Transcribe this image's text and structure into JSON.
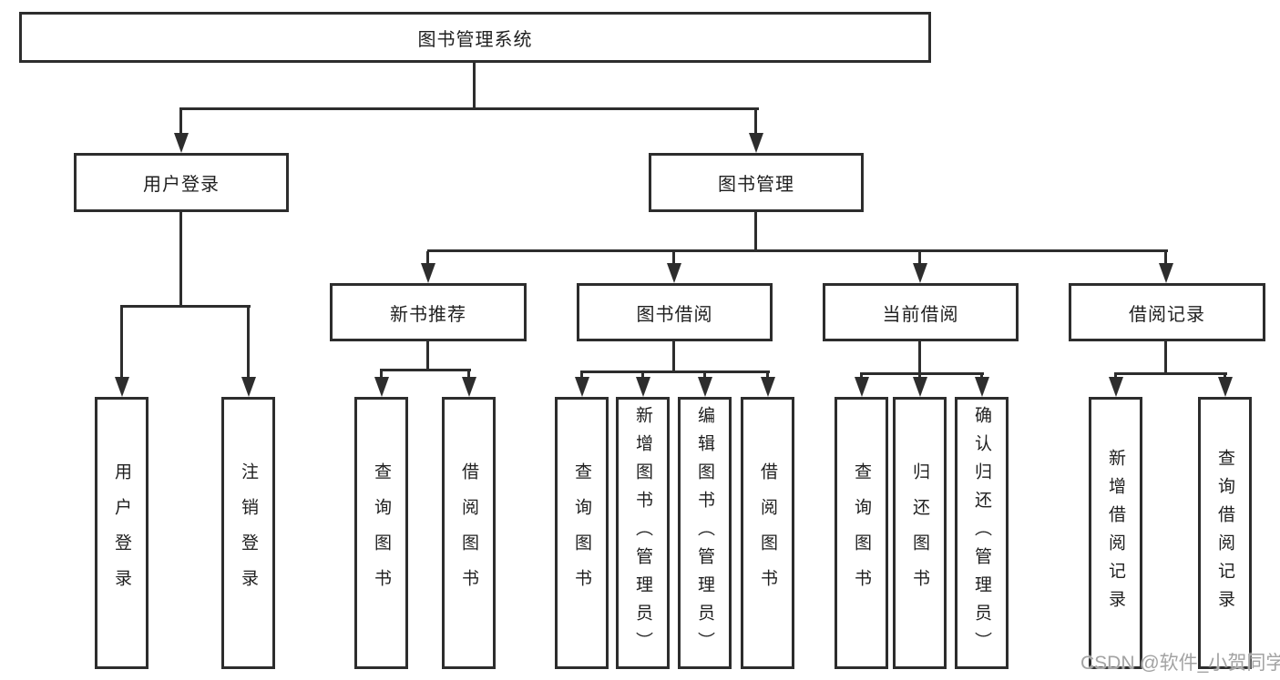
{
  "diagram": {
    "root": "图书管理系统",
    "children": [
      {
        "label": "用户登录",
        "children": [
          {
            "label": "用户登录"
          },
          {
            "label": "注销登录"
          }
        ]
      },
      {
        "label": "图书管理",
        "children": [
          {
            "label": "新书推荐",
            "children": [
              {
                "label": "查询图书"
              },
              {
                "label": "借阅图书"
              }
            ]
          },
          {
            "label": "图书借阅",
            "children": [
              {
                "label": "查询图书"
              },
              {
                "label": "新增图书（管理员）"
              },
              {
                "label": "编辑图书（管理员）"
              },
              {
                "label": "借阅图书"
              }
            ]
          },
          {
            "label": "当前借阅",
            "children": [
              {
                "label": "查询图书"
              },
              {
                "label": "归还图书"
              },
              {
                "label": "确认归还（管理员）"
              }
            ]
          },
          {
            "label": "借阅记录",
            "children": [
              {
                "label": "新增借阅记录"
              },
              {
                "label": "查询借阅记录"
              }
            ]
          }
        ]
      }
    ]
  },
  "watermark": "CSDN @软件_小贺同学",
  "colors": {
    "line": "#2d2d2d",
    "text": "#1f1f1f",
    "background": "#ffffff",
    "watermark": "#a3a3a3"
  }
}
